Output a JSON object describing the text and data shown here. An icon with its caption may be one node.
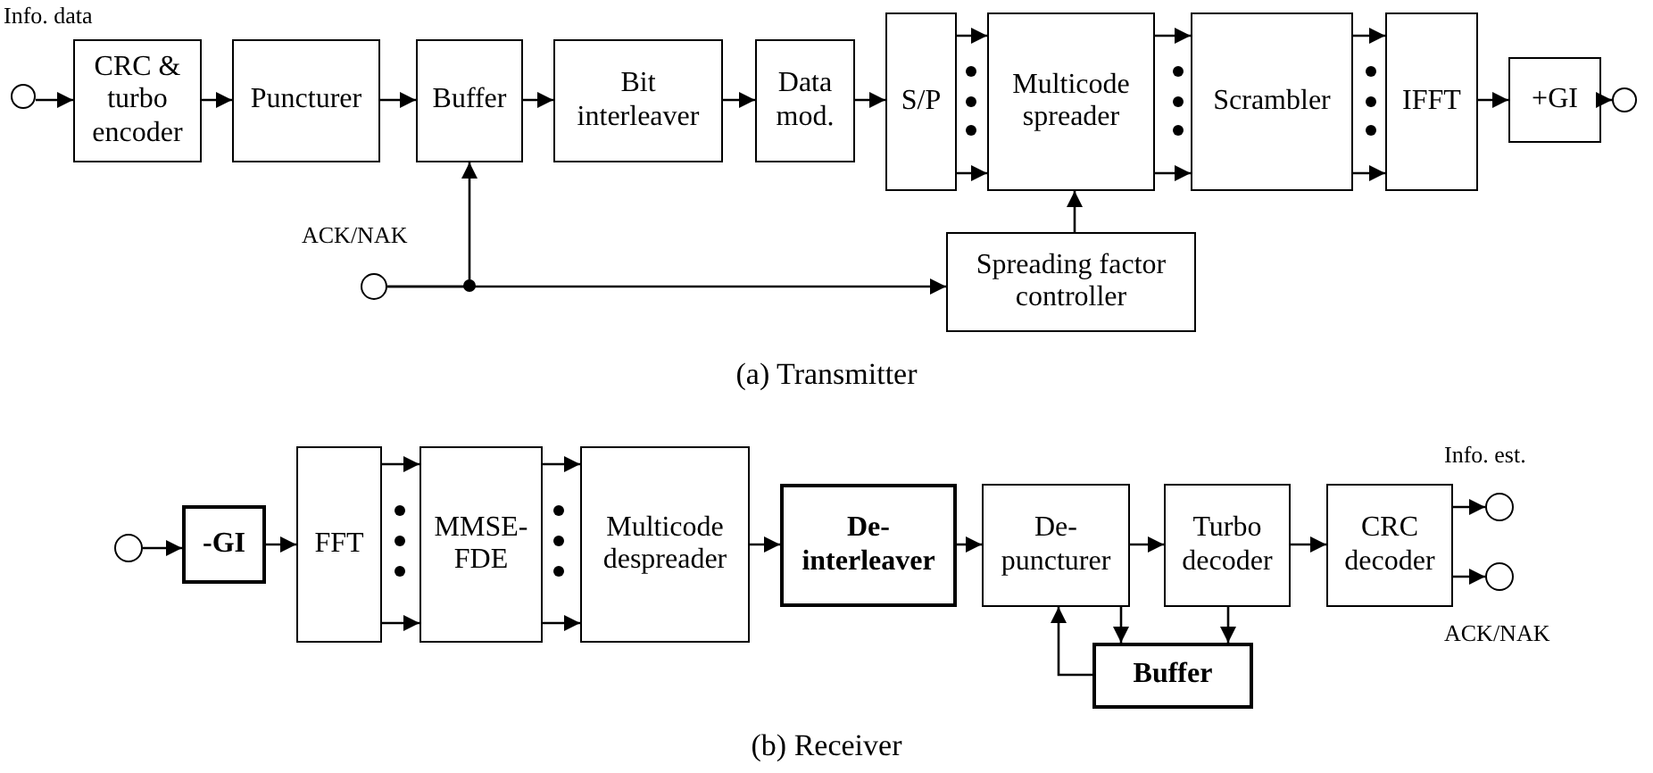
{
  "diagram": {
    "nodes": [
      {
        "text": [],
        "shape": "circle"
      },
      {
        "text": [
          "CRC & turbo encoder"
        ]
      },
      {
        "text": [
          "Puncturer"
        ]
      },
      {
        "text": [
          "Buffer"
        ]
      },
      {
        "text": [
          "Bit interleaver"
        ]
      },
      {
        "text": [
          "Data mod."
        ]
      },
      {
        "text": [
          "S/P"
        ]
      },
      {
        "text": [
          "Multicode spreader"
        ]
      },
      {
        "text": [
          "Scrambler"
        ]
      },
      {
        "text": [
          "IFFT"
        ]
      },
      {
        "text": [
          "+GI"
        ]
      },
      {
        "text": [],
        "shape": "circle"
      },
      {
        "text": [],
        "shape": "circle",
        "beside": [
          "ACK/NAK"
        ]
      },
      {
        "text": [
          "Spreading factor controller"
        ]
      },
      {
        "text": [],
        "shape": "circle"
      },
      {
        "text": [
          "-GI"
        ]
      },
      {
        "text": [
          "FFT"
        ]
      },
      {
        "text": [
          "MMSE- FDE"
        ]
      },
      {
        "text": [
          "Multicode despreader"
        ]
      },
      {
        "text": [
          "De- interleaver"
        ]
      },
      {
        "text": [
          "De- puncturer"
        ]
      },
      {
        "text": [
          "Turbo decoder"
        ]
      },
      {
        "text": [
          "CRC decoder"
        ]
      },
      {
        "text": [],
        "shape": "circle",
        "beside": [
          "Info. est."
        ]
      },
      {
        "text": [],
        "shape": "circle"
      },
      {
        "text": [
          "Buffer"
        ]
      }
    ],
    "edges": [
      {
        "from": 0,
        "to": 1,
        "arrow": "to"
      },
      {
        "from": 1,
        "to": 2,
        "arrow": "to"
      },
      {
        "from": 2,
        "to": 3,
        "arrow": "to"
      },
      {
        "from": 3,
        "to": 4,
        "arrow": "to"
      },
      {
        "from": 4,
        "to": 5,
        "arrow": "to"
      },
      {
        "from": 5,
        "to": 6,
        "arrow": "to"
      },
      {
        "from": 6,
        "to": 7,
        "arrow": "to"
      },
      {
        "from": 6,
        "to": 7,
        "arrow": "to"
      },
      {
        "from": 7,
        "to": 8,
        "arrow": "to"
      },
      {
        "from": 7,
        "to": 8,
        "arrow": "to"
      },
      {
        "from": 8,
        "to": 9,
        "arrow": "to"
      },
      {
        "from": 8,
        "to": 9,
        "arrow": "to"
      },
      {
        "from": 9,
        "to": 10,
        "arrow": "to"
      },
      {
        "from": 10,
        "to": 11,
        "arrow": "to"
      },
      {
        "from": 12,
        "to": 3,
        "arrow": "to"
      },
      {
        "from": 12,
        "to": 13,
        "arrow": "to"
      },
      {
        "from": 13,
        "to": 7,
        "arrow": "to"
      },
      {
        "from": 14,
        "to": 15,
        "arrow": "to"
      },
      {
        "from": 15,
        "to": 16,
        "arrow": "to"
      },
      {
        "from": 16,
        "to": 17,
        "arrow": "to"
      },
      {
        "from": 16,
        "to": 17,
        "arrow": "to"
      },
      {
        "from": 17,
        "to": 18,
        "arrow": "to"
      },
      {
        "from": 17,
        "to": 18,
        "arrow": "to"
      },
      {
        "from": 18,
        "to": 19,
        "arrow": "to"
      },
      {
        "from": 19,
        "to": 20,
        "arrow": "to"
      },
      {
        "from": 20,
        "to": 21,
        "arrow": "to"
      },
      {
        "from": 21,
        "to": 22,
        "arrow": "to"
      },
      {
        "from": 22,
        "to": 23,
        "arrow": "to"
      },
      {
        "from": 22,
        "to": 24,
        "arrow": "to"
      },
      {
        "from": 20,
        "to": 25,
        "arrow": "to"
      },
      {
        "from": 21,
        "to": 25,
        "arrow": "to"
      },
      {
        "from": 25,
        "to": 20,
        "arrow": "to"
      }
    ],
    "labels": [
      "Info. data",
      "(a) Transmitter",
      "ACK/NAK",
      "(b) Receiver"
    ]
  }
}
